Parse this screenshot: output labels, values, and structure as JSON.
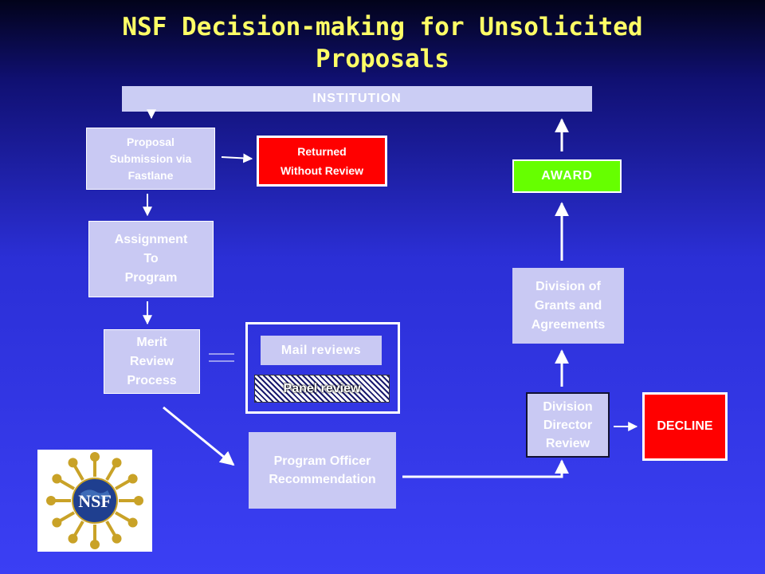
{
  "title": "NSF Decision-making for Unsolicited Proposals",
  "boxes": {
    "institution": "INSTITUTION",
    "proposal": "Proposal\nSubmission via\nFastlane",
    "returned": "Returned\nWithout Review",
    "assignment": "Assignment\nTo\nProgram",
    "merit": "Merit\nReview\nProcess",
    "mail_reviews": "Mail reviews",
    "panel_review": "Panel review",
    "program_officer": "Program Officer\nRecommendation",
    "division_grants": "Division of\nGrants and\nAgreements",
    "award": "AWARD",
    "division_director": "Division\nDirector\nReview",
    "decline": "DECLINE"
  },
  "logo": {
    "text": "NSF"
  },
  "colors": {
    "title": "#ffff66",
    "box_fill": "#c9c9f3",
    "returned": "#ff0000",
    "award": "#66ff00",
    "decline": "#ff0000",
    "logo_gold": "#c9a227",
    "logo_blue": "#1f3f8f"
  }
}
